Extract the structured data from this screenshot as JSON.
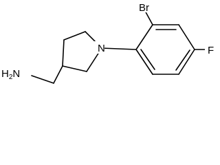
{
  "molecule": {
    "atoms": {
      "nh2": "H2N",
      "n": "N",
      "br": "Br",
      "f": "F"
    },
    "colors": {
      "bond": "#000000",
      "label": "#000000",
      "background": "#ffffff"
    }
  }
}
